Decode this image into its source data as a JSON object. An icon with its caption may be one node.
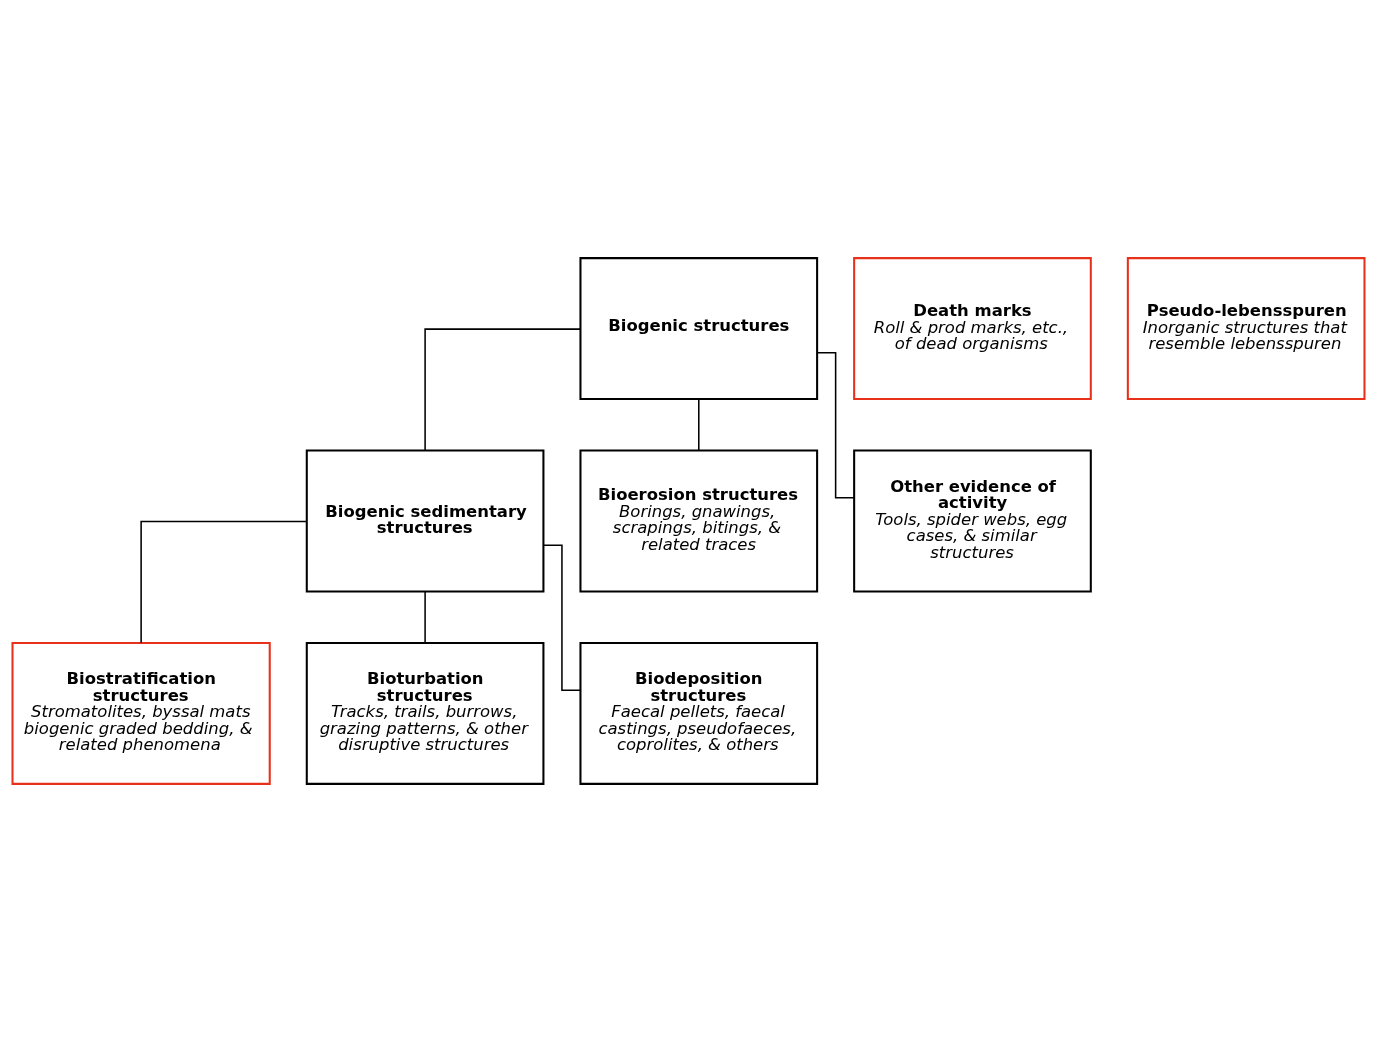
{
  "diagram": {
    "nodes": [
      {
        "text": [
          "Biogenic structures"
        ]
      },
      {
        "text": [
          "Death marks",
          "Roll & prod marks, etc., of dead organisms"
        ]
      },
      {
        "text": [
          "Pseudo-lebensspuren",
          "Inorganic structures that resemble lebensspuren"
        ]
      },
      {
        "text": [
          "Biogenic sedimentary structures"
        ]
      },
      {
        "text": [
          "Bioerosion structures",
          "Borings, gnawings, scrapings, bitings, & related traces"
        ]
      },
      {
        "text": [
          "Other evidence of activity",
          "Tools, spider webs, egg cases, & similar structures"
        ]
      },
      {
        "text": [
          "Biostratification structures",
          "Stromatolites, byssal mats biogenic graded bedding, & related phenomena"
        ]
      },
      {
        "text": [
          "Bioturbation structures",
          "Tracks, trails, burrows, grazing patterns, & other disruptive structures"
        ]
      },
      {
        "text": [
          "Biodeposition structures",
          "Faecal pellets, faecal castings, pseudofaeces, coprolites, & others"
        ]
      }
    ],
    "edges": [
      {
        "from": 0,
        "to": 3,
        "arrow": "none"
      },
      {
        "from": 0,
        "to": 4,
        "arrow": "none"
      },
      {
        "from": 0,
        "to": 5,
        "arrow": "none"
      },
      {
        "from": 3,
        "to": 6,
        "arrow": "none"
      },
      {
        "from": 3,
        "to": 7,
        "arrow": "none"
      },
      {
        "from": 3,
        "to": 8,
        "arrow": "none"
      }
    ]
  }
}
